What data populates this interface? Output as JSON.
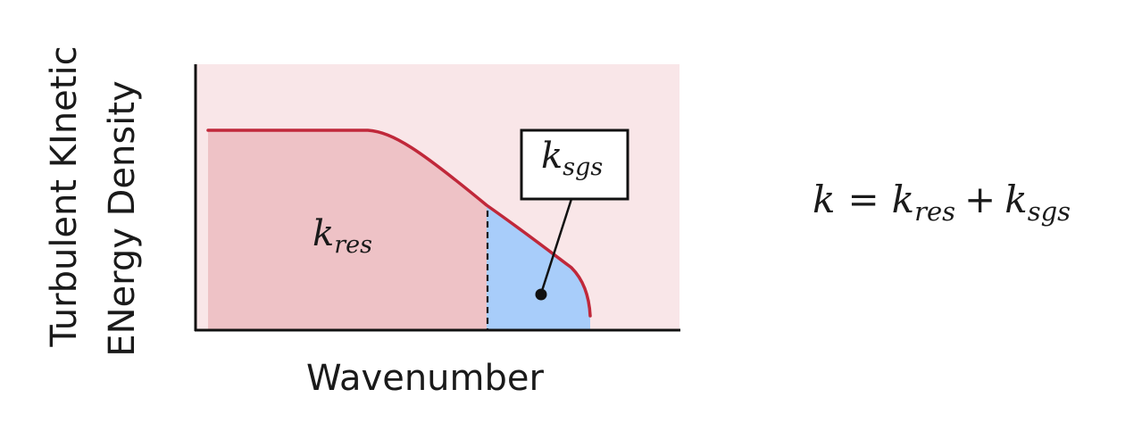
{
  "diagram": {
    "y_axis_label_line1": "Turbulent KInetic",
    "y_axis_label_line2": "ENergy Density",
    "x_axis_label": "Wavenumber",
    "resolved_label_base": "k",
    "resolved_label_sub": "res",
    "subgrid_label_base": "k",
    "subgrid_label_sub": "sgs"
  },
  "equation": {
    "lhs": "k",
    "equals": "=",
    "term1_base": "k",
    "term1_sub": "res",
    "plus": "+",
    "term2_base": "k",
    "term2_sub": "sgs"
  },
  "colors": {
    "plot_background": "#f9e6e8",
    "resolved_fill": "#eec2c6",
    "subgrid_fill": "#a8cdfa",
    "curve": "#c0283a",
    "axis": "#111111"
  }
}
